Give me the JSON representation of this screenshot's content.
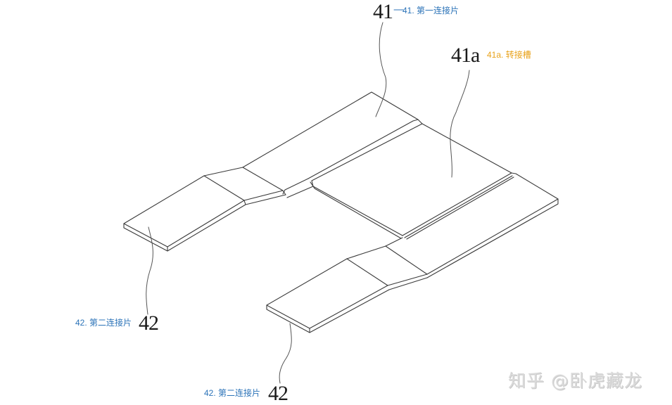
{
  "labels": {
    "ref_41": "41",
    "ref_41a": "41a",
    "ref_42_left": "42",
    "ref_42_bottom": "42",
    "annot_41": "41. 第一连接片",
    "annot_41a": "41a. 转接槽",
    "annot_42_left": "42. 第二连接片",
    "annot_42_bottom": "42. 第二连接片"
  },
  "colors": {
    "line": "#3a3a3a",
    "annotation_blue": "#2b73b8",
    "annotation_orange": "#e8a21a",
    "watermark": "#dadada"
  },
  "watermark": {
    "text": "知乎 @卧虎藏龙"
  }
}
